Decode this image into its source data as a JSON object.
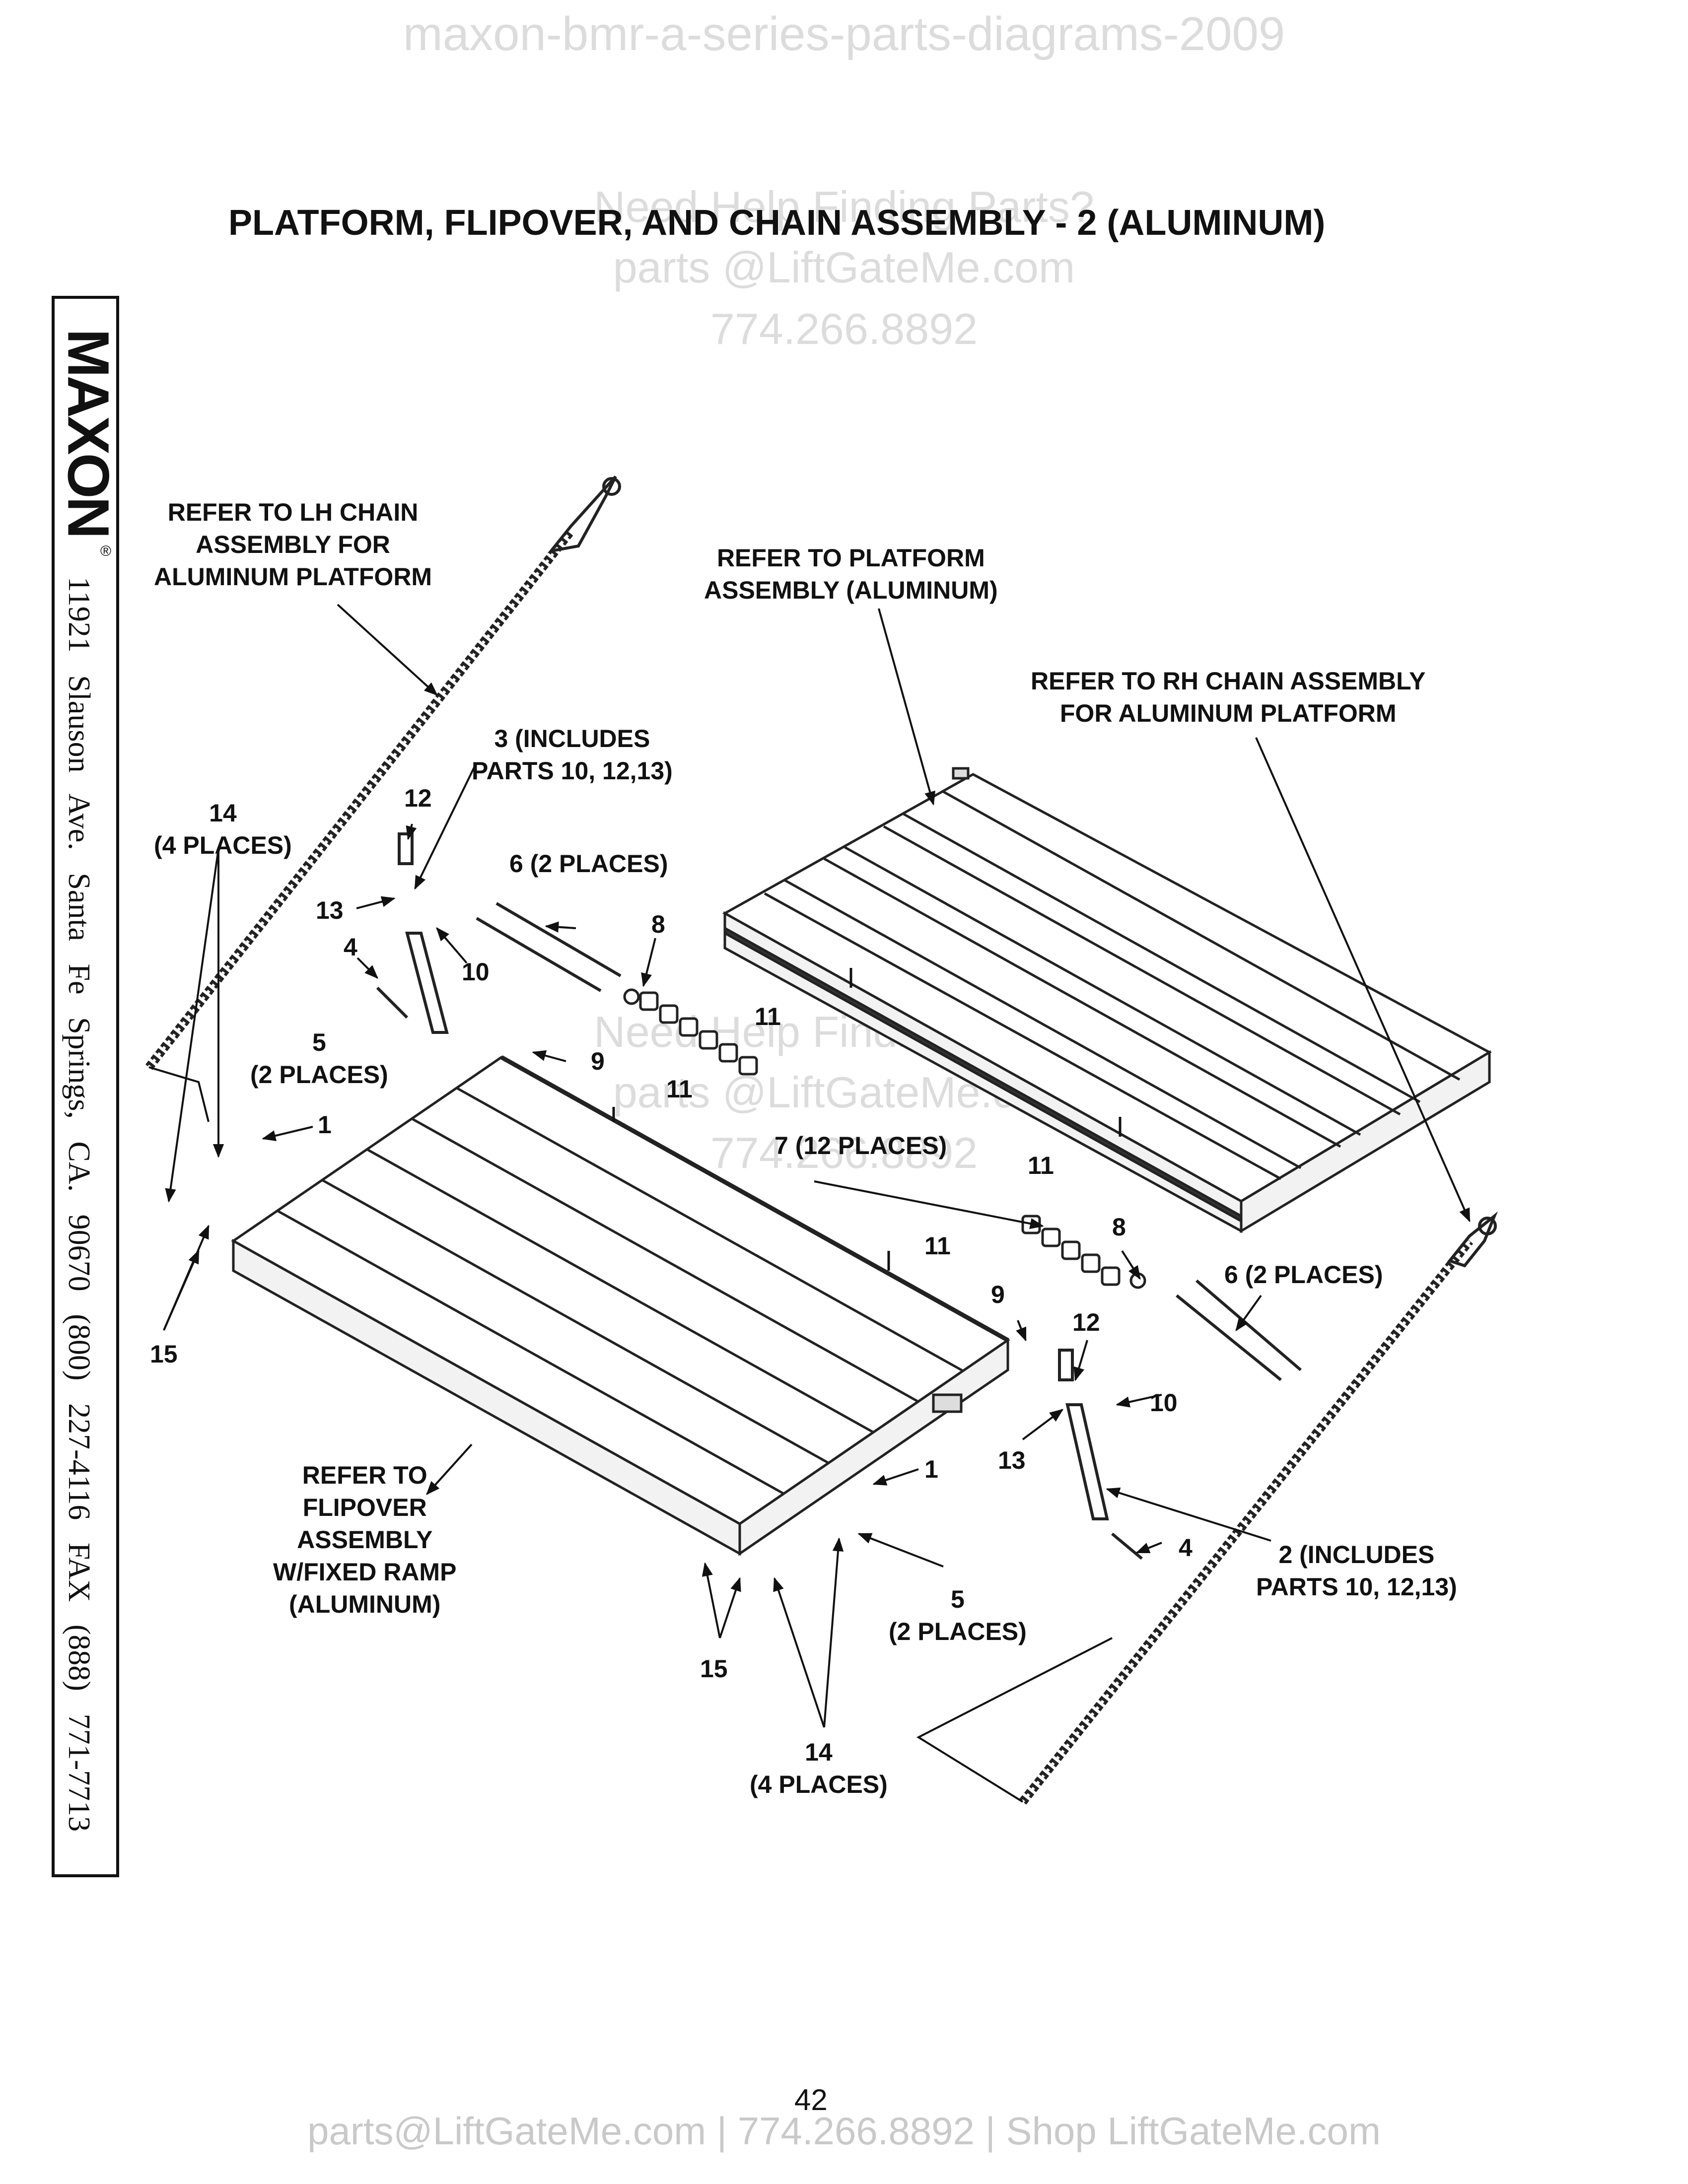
{
  "watermarks": {
    "top": "maxon-bmr-a-series-parts-diagrams-2009",
    "help_line": "Need Help Finding Parts?",
    "email_line": "parts @LiftGateMe.com",
    "phone_line": "774.266.8892"
  },
  "title": "PLATFORM, FLIPOVER, AND CHAIN ASSEMBLY - 2 (ALUMINUM)",
  "sidebar": {
    "brand": "MAXON",
    "registered": "®",
    "address": "11921 Slauson Ave.  Santa Fe Springs, CA.  90670  (800) 227-4116  FAX (888) 771-7713"
  },
  "callouts": {
    "lh_chain": "REFER TO LH CHAIN\nASSEMBLY FOR\nALUMINUM PLATFORM",
    "platform": "REFER TO PLATFORM\nASSEMBLY (ALUMINUM)",
    "rh_chain": "REFER TO RH CHAIN ASSEMBLY\nFOR ALUMINUM PLATFORM",
    "part3": "3 (INCLUDES\nPARTS 10, 12,13)",
    "part14_top": "14\n(4 PLACES)",
    "part12_top": "12",
    "part13_top": "13",
    "part6_top": "6 (2 PLACES)",
    "part8_top": "8",
    "part4_top": "4",
    "part10_top": "10",
    "part5_top": "5\n(2 PLACES)",
    "part9_top": "9",
    "part11_a": "11",
    "part11_b": "11",
    "part11_c": "11",
    "part11_d": "11",
    "part1_top": "1",
    "part7": "7 (12 PLACES)",
    "part15_top": "15",
    "part8_bottom": "8",
    "part6_bottom": "6 (2 PLACES)",
    "part9_bottom": "9",
    "part12_bottom": "12",
    "part10_bottom": "10",
    "part13_bottom": "13",
    "part1_bottom": "1",
    "part4_bottom": "4",
    "part2": "2 (INCLUDES\nPARTS 10, 12,13)",
    "flipover": "REFER TO\nFLIPOVER\nASSEMBLY\nW/FIXED RAMP\n(ALUMINUM)",
    "part5_bottom": "5\n(2 PLACES)",
    "part15_bottom": "15",
    "part14_bottom": "14\n(4 PLACES)"
  },
  "page_number": "42",
  "footer": "parts@LiftGateMe.com | 774.266.8892 | Shop LiftGateMe.com"
}
